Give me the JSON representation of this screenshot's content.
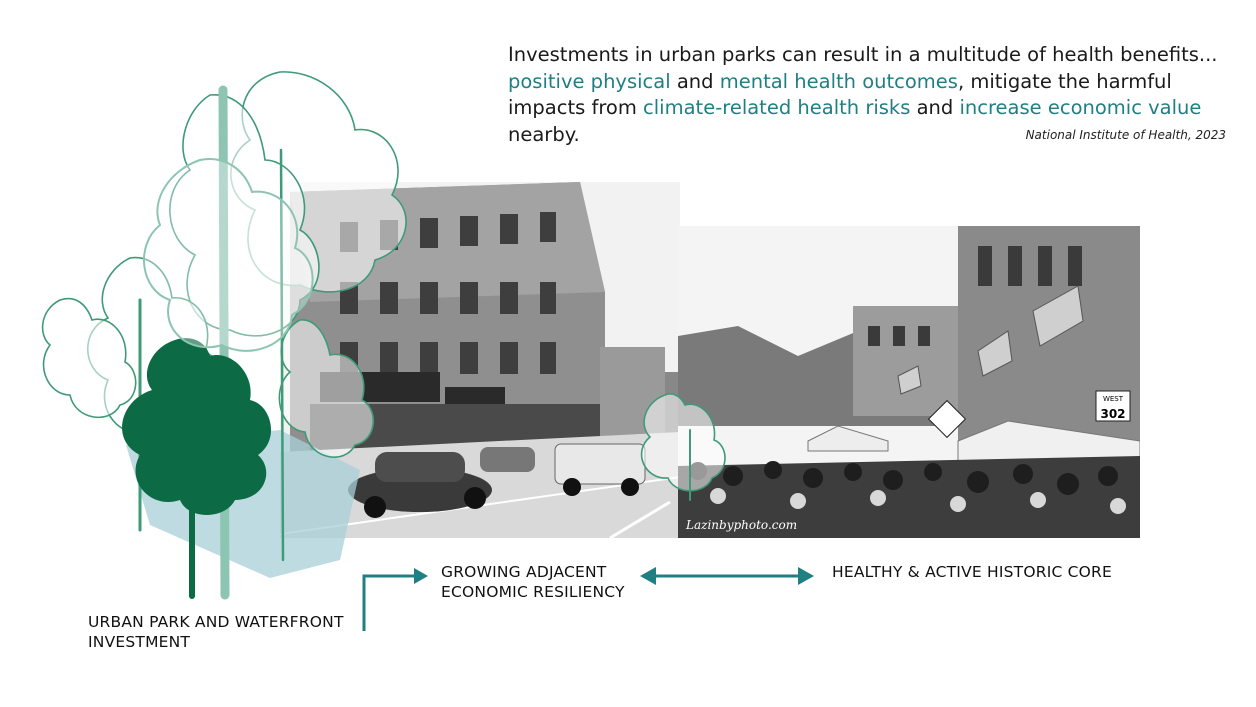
{
  "quote": {
    "line1": "Investments in urban parks can result in a multitude of health benefits...",
    "hl1": "positive physical",
    "t1": " and ",
    "hl2": "mental health outcomes",
    "t2": ", mitigate the harmful impacts from ",
    "hl3": "climate-related health risks",
    "t3": " and ",
    "hl4": "increase economic value",
    "t4": " nearby."
  },
  "source": "National Institute of Health, 2023",
  "labels": {
    "urban_park": "URBAN PARK AND WATERFRONT INVESTMENT",
    "growing": "GROWING ADJACENT ECONOMIC RESILIENCY",
    "historic_core": "HEALTHY & ACTIVE HISTORIC CORE"
  },
  "photo_text": {
    "route_number": "302",
    "route_direction": "WEST",
    "watermark": "Lazinbyphoto.com"
  },
  "colors": {
    "teal_highlight": "#1f7f82",
    "dark_green": "#0c6b45",
    "light_teal": "#8dc4b2",
    "arrow": "#1f7f82"
  }
}
